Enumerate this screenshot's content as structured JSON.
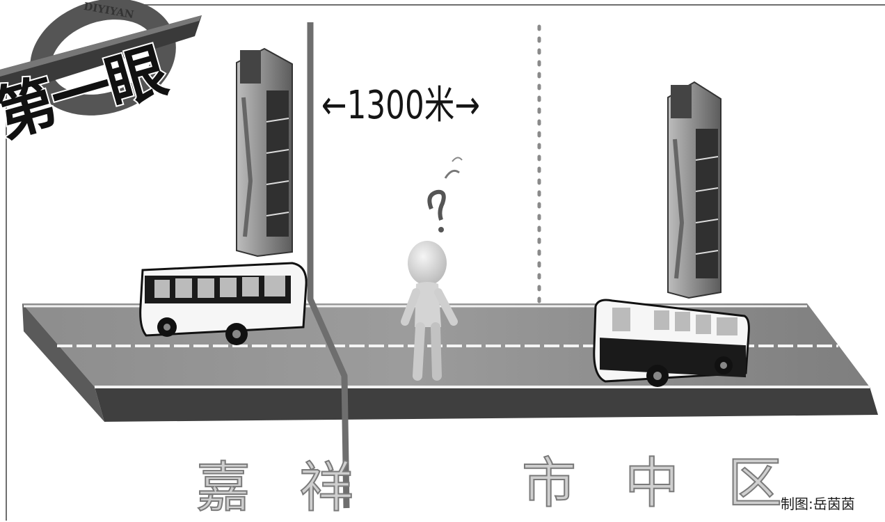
{
  "logo": {
    "main_text": "第一眼",
    "arc_text": "DIYIYAN"
  },
  "distance": {
    "label": "←1300米→"
  },
  "districts": {
    "left": "嘉祥",
    "right": "市中区"
  },
  "credit": "制图:岳茵茵",
  "colors": {
    "road": "#8a8a8a",
    "road_side": "#3f3f3f",
    "lane_line": "#f4f4f4",
    "boundary_line": "#6e6e6e",
    "figure": "#d9d9d9"
  }
}
